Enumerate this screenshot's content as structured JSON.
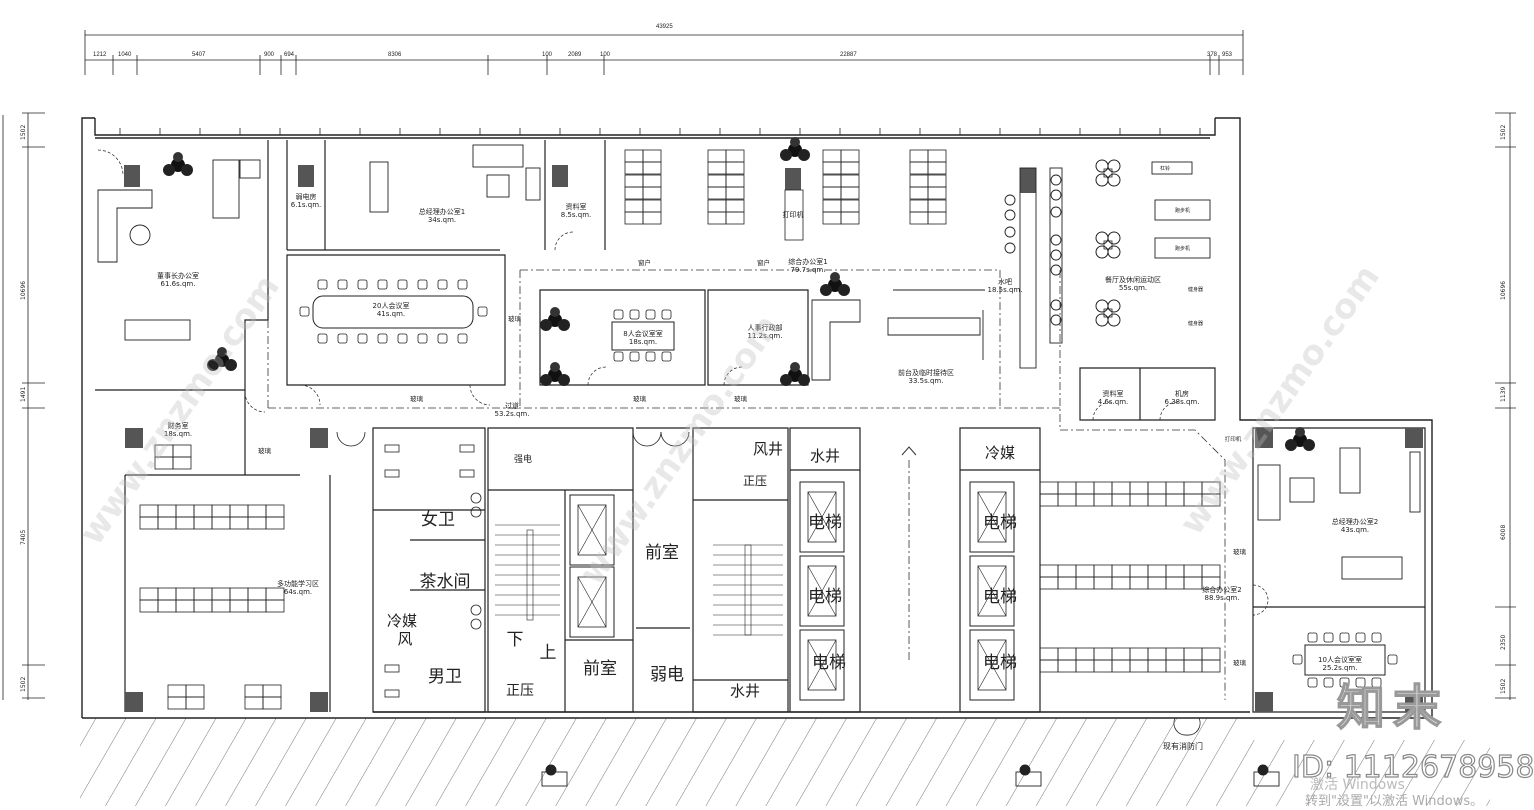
{
  "dimensions": {
    "top_total": "43925",
    "top_segments": [
      "1212",
      "1040",
      "5407",
      "900",
      "694",
      "8306",
      "100",
      "2089",
      "100",
      "22887",
      "378",
      "953"
    ],
    "left_segments": [
      "1502",
      "10696",
      "1491",
      "7405",
      "1502"
    ],
    "right_segments": [
      "1502",
      "10696",
      "1139",
      "6008",
      "2350",
      "1502"
    ]
  },
  "rooms": {
    "chairman_office": {
      "name": "董事长办公室",
      "area": "61.6s.qm."
    },
    "weak_current_room": {
      "name": "弱电房",
      "area": "6.1s.qm."
    },
    "gm_office_1": {
      "name": "总经理办公室1",
      "area": "34s.qm."
    },
    "archive_1": {
      "name": "资料室",
      "area": "8.5s.qm."
    },
    "open_office_1": {
      "name": "综合办公室1",
      "area": "79.7s.qm."
    },
    "printer_1": {
      "name": "打印机"
    },
    "water_bar": {
      "name": "水吧",
      "area": "18.5s.qm."
    },
    "dining_leisure": {
      "name": "餐厅及休闲运动区",
      "area": "55s.qm."
    },
    "meeting_20": {
      "name": "20人会议室",
      "area": "41s.qm."
    },
    "meeting_8": {
      "name": "8人会议室室",
      "area": "18s.qm."
    },
    "hr_admin": {
      "name": "人事行政部",
      "area": "11.2s.qm."
    },
    "reception": {
      "name": "前台及临时接待区",
      "area": "33.5s.qm."
    },
    "corridor": {
      "name": "过道",
      "area": "53.2s.qm."
    },
    "archive_2": {
      "name": "资料室",
      "area": "4.6s.qm."
    },
    "machine_room": {
      "name": "机房",
      "area": "6.38s.qm."
    },
    "finance": {
      "name": "财务室",
      "area": "18s.qm."
    },
    "study_area": {
      "name": "多功能学习区",
      "area": "64s.qm."
    },
    "open_office_2": {
      "name": "综合办公室2",
      "area": "88.9s.qm."
    },
    "gm_office_2": {
      "name": "总经理办公室2",
      "area": "43s.qm."
    },
    "meeting_10": {
      "name": "10人会议室室",
      "area": "25.2s.qm."
    },
    "printer_2": {
      "name": "打印机"
    }
  },
  "core": {
    "female_wc": "女卫",
    "pantry": "茶水间",
    "refrigerant_1": "冷媒",
    "wind_1": "风",
    "male_wc": "男卫",
    "strong_current": "强电",
    "front_room_1": "前室",
    "front_room_2": "前室",
    "weak_current": "弱电",
    "pressurize_1": "正压",
    "pressurize_2": "正压",
    "down": "下",
    "up": "上",
    "air_shaft": "风井",
    "water_shaft_1": "水井",
    "water_shaft_2": "水井",
    "refrigerant_2": "冷媒",
    "elevator": "电梯"
  },
  "annotations": {
    "window": "窗户",
    "glass": "玻璃",
    "fire_door": "现有消防门",
    "barbell": "杠铃",
    "treadmill": "跑步机",
    "fitness": "健身器"
  },
  "watermark": {
    "site": "www.znzmo.com",
    "brand": "知末",
    "id": "ID: 1112678958",
    "activate_line1": "激活 Windows",
    "activate_line2": "转到\"设置\"以激活 Windows。"
  }
}
